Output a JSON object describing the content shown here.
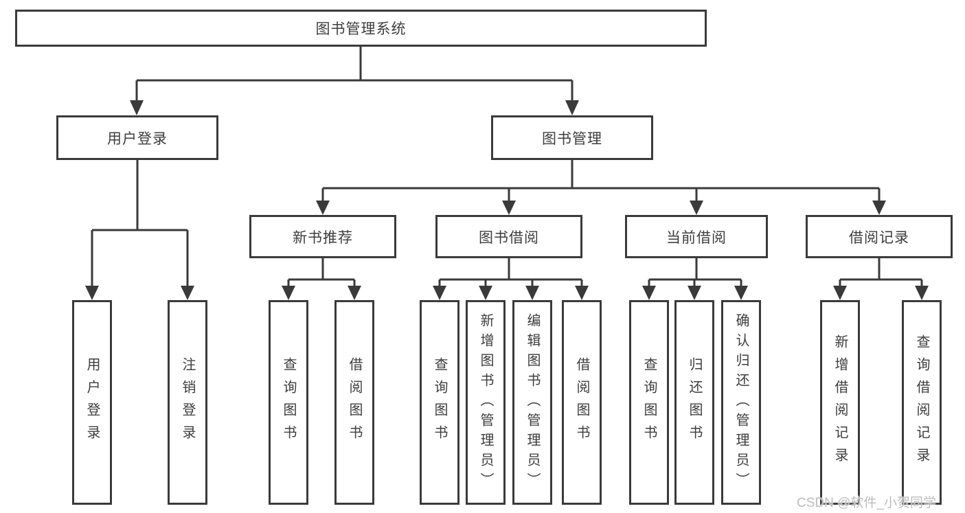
{
  "diagram": {
    "nodes": {
      "root": {
        "label": "图书管理系统"
      },
      "user_login": {
        "label": "用户登录"
      },
      "book_mgmt": {
        "label": "图书管理"
      },
      "new_book_rec": {
        "label": "新书推荐"
      },
      "book_borrow": {
        "label": "图书借阅"
      },
      "current_borrow": {
        "label": "当前借阅"
      },
      "borrow_records": {
        "label": "借阅记录"
      },
      "leaf_user_login": {
        "label": "用户登录"
      },
      "leaf_logout": {
        "label": "注销登录"
      },
      "leaf_query_book_rec": {
        "label": "查询图书"
      },
      "leaf_borrow_book_rec": {
        "label": "借阅图书"
      },
      "leaf_query_book_borrow": {
        "label": "查询图书"
      },
      "leaf_add_book": {
        "label": "新增图书（管理员）"
      },
      "leaf_edit_book": {
        "label": "编辑图书（管理员）"
      },
      "leaf_borrow_book_borrow": {
        "label": "借阅图书"
      },
      "leaf_query_book_current": {
        "label": "查询图书"
      },
      "leaf_return_book": {
        "label": "归还图书"
      },
      "leaf_confirm_return": {
        "label": "确认归还（管理员）"
      },
      "leaf_add_record": {
        "label": "新增借阅记录"
      },
      "leaf_query_record": {
        "label": "查询借阅记录"
      }
    },
    "hierarchy": [
      {
        "parent": "图书管理系统",
        "children": [
          "用户登录",
          "图书管理"
        ]
      },
      {
        "parent": "用户登录",
        "children": [
          "用户登录",
          "注销登录"
        ]
      },
      {
        "parent": "图书管理",
        "children": [
          "新书推荐",
          "图书借阅",
          "当前借阅",
          "借阅记录"
        ]
      },
      {
        "parent": "新书推荐",
        "children": [
          "查询图书",
          "借阅图书"
        ]
      },
      {
        "parent": "图书借阅",
        "children": [
          "查询图书",
          "新增图书（管理员）",
          "编辑图书（管理员）",
          "借阅图书"
        ]
      },
      {
        "parent": "当前借阅",
        "children": [
          "查询图书",
          "归还图书",
          "确认归还（管理员）"
        ]
      },
      {
        "parent": "借阅记录",
        "children": [
          "新增借阅记录",
          "查询借阅记录"
        ]
      }
    ],
    "colors": {
      "line": "#3a3a3a",
      "text": "#3d3d3d",
      "background": "#ffffff",
      "watermark": "#bcbcbc"
    }
  },
  "watermark": {
    "text": "CSDN @软件_小贺同学"
  }
}
